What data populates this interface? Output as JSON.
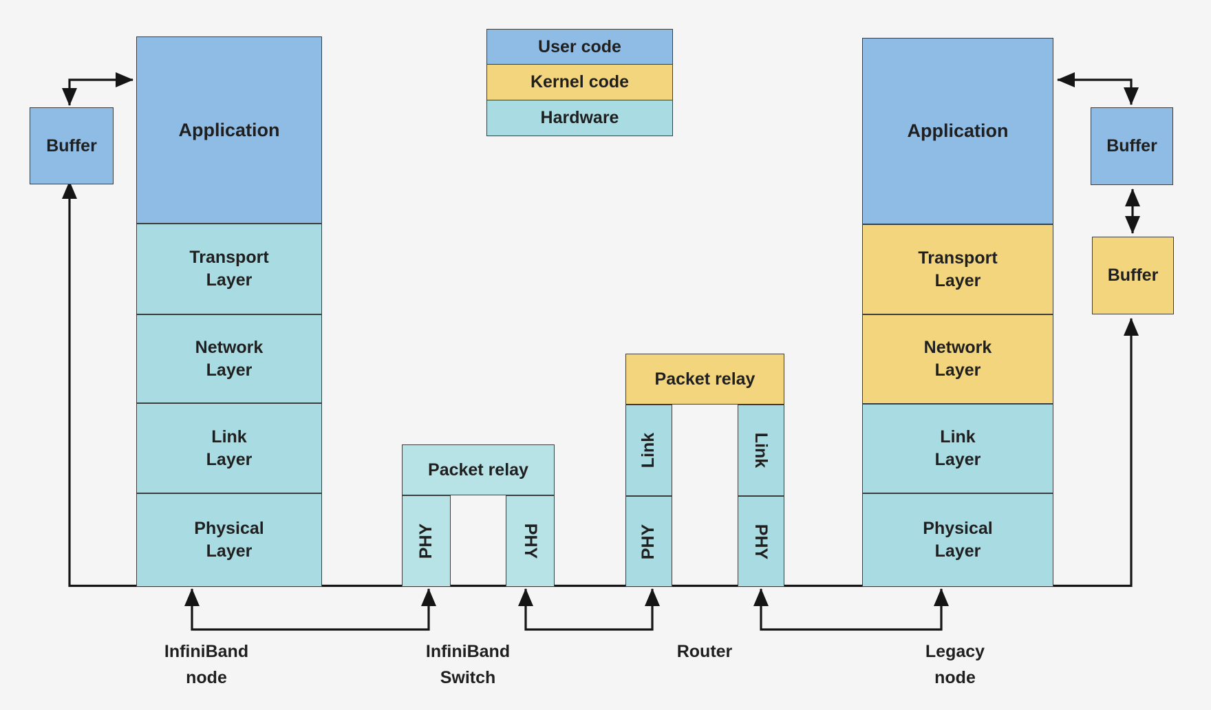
{
  "palette": {
    "background": "#f5f5f6",
    "user_code_blue": "#8fbce5",
    "kernel_code_yellow": "#f2d57d",
    "hardware_teal": "#a9dbe2",
    "switch_teal": "#b7e2e6",
    "line_black": "#151515",
    "text_dark": "#1f1f1f"
  },
  "legend": {
    "items": [
      {
        "label": "User code"
      },
      {
        "label": "Kernel code"
      },
      {
        "label": "Hardware"
      }
    ]
  },
  "infiniband_node": {
    "buffer": "Buffer",
    "application": "Application",
    "layers": [
      {
        "line1": "Transport",
        "line2": "Layer"
      },
      {
        "line1": "Network",
        "line2": "Layer"
      },
      {
        "line1": "Link",
        "line2": "Layer"
      },
      {
        "line1": "Physical",
        "line2": "Layer"
      }
    ],
    "caption_line1": "InfiniBand",
    "caption_line2": "node"
  },
  "switch": {
    "relay": "Packet relay",
    "phy_left": "PHY",
    "phy_right": "PHY",
    "caption_line1": "InfiniBand",
    "caption_line2": "Switch"
  },
  "router": {
    "relay": "Packet relay",
    "link_left": "Link",
    "link_right": "Link",
    "phy_left": "PHY",
    "phy_right": "PHY",
    "caption": "Router"
  },
  "legacy_node": {
    "application": "Application",
    "layers": [
      {
        "line1": "Transport",
        "line2": "Layer"
      },
      {
        "line1": "Network",
        "line2": "Layer"
      },
      {
        "line1": "Link",
        "line2": "Layer"
      },
      {
        "line1": "Physical",
        "line2": "Layer"
      }
    ],
    "buffer_top": "Buffer",
    "buffer_bottom": "Buffer",
    "caption_line1": "Legacy",
    "caption_line2": "node"
  }
}
